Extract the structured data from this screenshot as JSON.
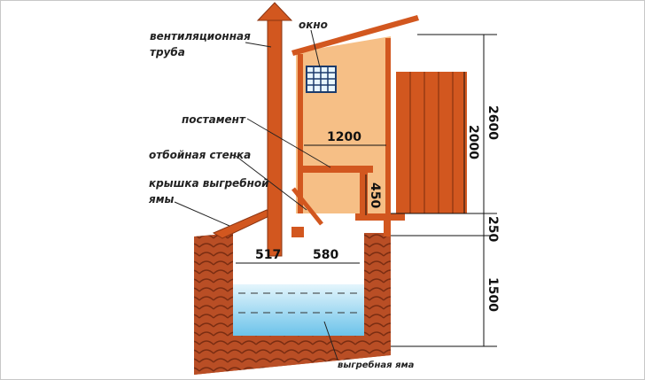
{
  "labels": {
    "vent_pipe_1": "вентиляционная",
    "vent_pipe_2": "труба",
    "window": "окно",
    "pedestal": "постамент",
    "splash_wall": "отбойная стенка",
    "pit_lid_1": "крышка выгребной",
    "pit_lid_2": "ямы",
    "cesspit": "выгребная яма"
  },
  "dimensions": {
    "interior_width": "1200",
    "seat_height": "450",
    "pipe_offset": "517",
    "pit_half": "580",
    "total_height": "2600",
    "door_height": "2000",
    "base_height": "250",
    "pit_depth": "1500"
  },
  "colors": {
    "wall": "#f6bf86",
    "wood": "#d2571f",
    "brick": "#b04a22",
    "water": "#a9dcf3"
  }
}
